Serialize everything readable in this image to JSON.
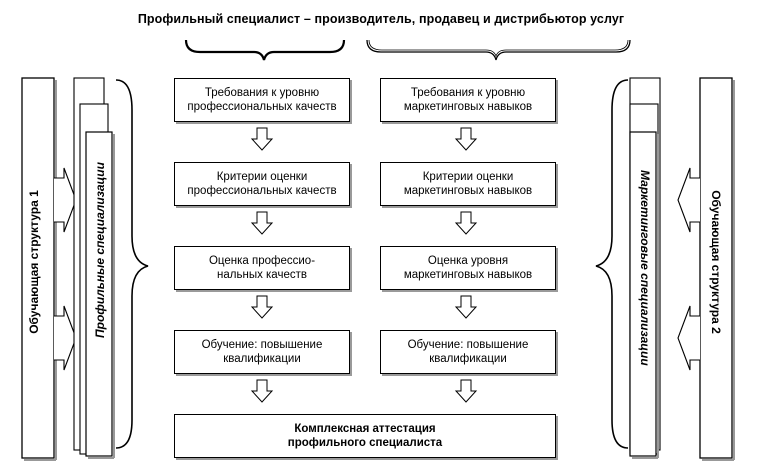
{
  "title": "Профильный специалист – производитель, продавец и дистрибьютор услуг",
  "left_column": [
    [
      "Требования к уровню",
      "профессиональных качеств"
    ],
    [
      "Критерии оценки",
      "профессиональных качеств"
    ],
    [
      "Оценка профессио-",
      "нальных качеств"
    ],
    [
      "Обучение: повышение",
      "квалификации"
    ]
  ],
  "right_column": [
    [
      "Требования к уровню",
      "маркетинговых навыков"
    ],
    [
      "Критерии оценки",
      "маркетинговых навыков"
    ],
    [
      "Оценка уровня",
      "маркетинговых навыков"
    ],
    [
      "Обучение: повышение",
      "квалификации"
    ]
  ],
  "bottom": [
    "Комплексная аттестация",
    "профильного специалиста"
  ],
  "left_side": {
    "structure": "Обучающая структура 1",
    "specializations": "Профильные специализации"
  },
  "right_side": {
    "structure": "Обучающая структура 2",
    "specializations": "Маркетинговые специализации"
  }
}
